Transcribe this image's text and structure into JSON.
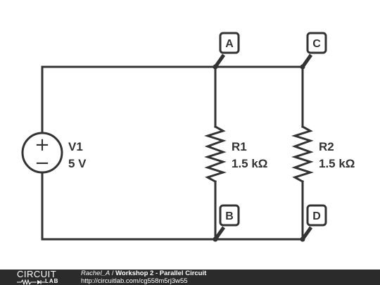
{
  "components": {
    "v1": {
      "name": "V1",
      "value": "5 V",
      "plus": "+",
      "minus": "−"
    },
    "r1": {
      "name": "R1",
      "value": "1.5 kΩ"
    },
    "r2": {
      "name": "R2",
      "value": "1.5 kΩ"
    }
  },
  "nodes": {
    "a": "A",
    "b": "B",
    "c": "C",
    "d": "D"
  },
  "footer": {
    "logo_top": "CIRCUIT",
    "logo_bottom": "LAB",
    "author": "Rachel_A",
    "separator": " / ",
    "title": "Workshop 2 - Parallel Circuit",
    "url": "http://circuitlab.com/cg558m5rj3w55"
  },
  "colors": {
    "wire": "#333333",
    "footer_bg": "#2b2b2b",
    "footer_text": "#ffffff"
  }
}
